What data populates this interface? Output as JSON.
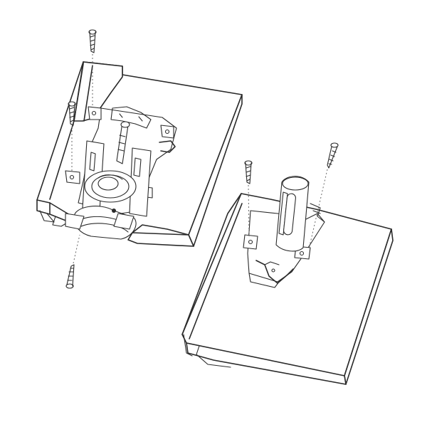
{
  "diagram": {
    "line_color": "#2a2a2a",
    "background": "#ffffff",
    "icons": [
      "door-panel-left",
      "door-panel-right",
      "roller-mount-bracket",
      "top-guide-clip",
      "wood-screw"
    ]
  }
}
